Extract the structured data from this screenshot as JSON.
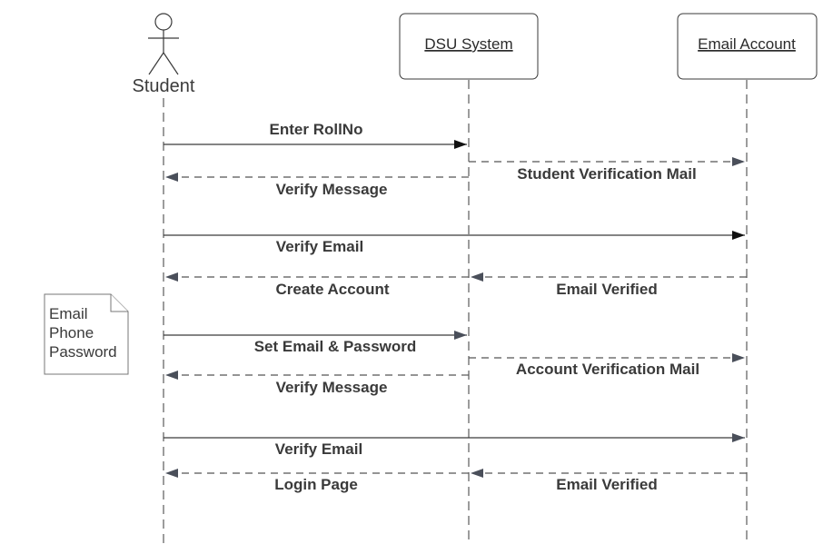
{
  "participants": {
    "student": "Student",
    "dsu": "DSU System",
    "email": "Email Account"
  },
  "note": {
    "lines": [
      "Email",
      "Phone",
      "Password"
    ]
  },
  "messages": [
    {
      "label": "Enter RollNo",
      "style": "solid"
    },
    {
      "label": "Student Verification Mail",
      "style": "dashed"
    },
    {
      "label": "Verify Message",
      "style": "dashed"
    },
    {
      "label": "Verify Email",
      "style": "solid"
    },
    {
      "label": "Create Account",
      "style": "dashed"
    },
    {
      "label": "Email Verified",
      "style": "dashed"
    },
    {
      "label": "Set Email & Password",
      "style": "solid"
    },
    {
      "label": "Account Verification Mail",
      "style": "dashed"
    },
    {
      "label": "Verify Message",
      "style": "dashed"
    },
    {
      "label": "Verify Email",
      "style": "solid"
    },
    {
      "label": "Login Page",
      "style": "dashed"
    },
    {
      "label": "Email Verified",
      "style": "dashed"
    }
  ]
}
